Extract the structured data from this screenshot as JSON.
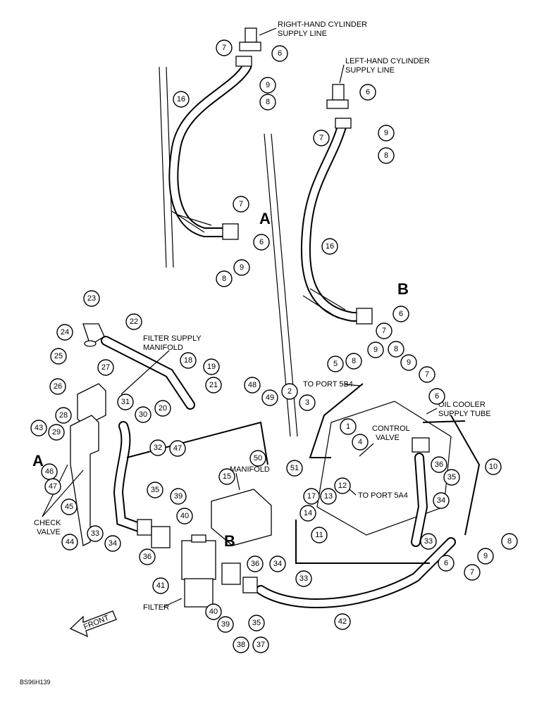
{
  "labels": {
    "rh_supply_line": [
      "RIGHT-HAND CYLINDER",
      "SUPPLY LINE"
    ],
    "lh_supply_line": [
      "LEFT-HAND CYLINDER",
      "SUPPLY LINE"
    ],
    "filter_supply_manifold": [
      "FILTER SUPPLY",
      "MANIFOLD"
    ],
    "to_port_5b4": "TO PORT 5B4",
    "control_valve": [
      "CONTROL",
      "VALVE"
    ],
    "oil_cooler_supply_tube": [
      "OIL COOLER",
      "SUPPLY TUBE"
    ],
    "manifold": "MANIFOLD",
    "to_port_5a4": "TO PORT 5A4",
    "check_valve": [
      "CHECK",
      "VALVE"
    ],
    "filter": "FILTER",
    "front": "FRONT",
    "ref_a_top": "A",
    "ref_b_top": "B",
    "ref_a_left": "A",
    "ref_b_bottom": "B",
    "figure_code": "BS96H139"
  },
  "callouts": [
    "7",
    "6",
    "9",
    "8",
    "16",
    "7",
    "6",
    "9",
    "8",
    "6",
    "7",
    "9",
    "8",
    "16",
    "6",
    "7",
    "9",
    "8",
    "23",
    "22",
    "24",
    "25",
    "27",
    "18",
    "19",
    "26",
    "21",
    "31",
    "20",
    "30",
    "28",
    "43",
    "29",
    "32",
    "47",
    "46",
    "47",
    "45",
    "44",
    "33",
    "34",
    "35",
    "39",
    "40",
    "36",
    "48",
    "49",
    "2",
    "3",
    "1",
    "4",
    "50",
    "51",
    "15",
    "17",
    "13",
    "12",
    "14",
    "11",
    "8",
    "9",
    "5",
    "7",
    "6",
    "10",
    "36",
    "35",
    "34",
    "33",
    "6",
    "7",
    "9",
    "8",
    "41",
    "40",
    "39",
    "38",
    "37",
    "35",
    "36",
    "34",
    "33",
    "42"
  ]
}
